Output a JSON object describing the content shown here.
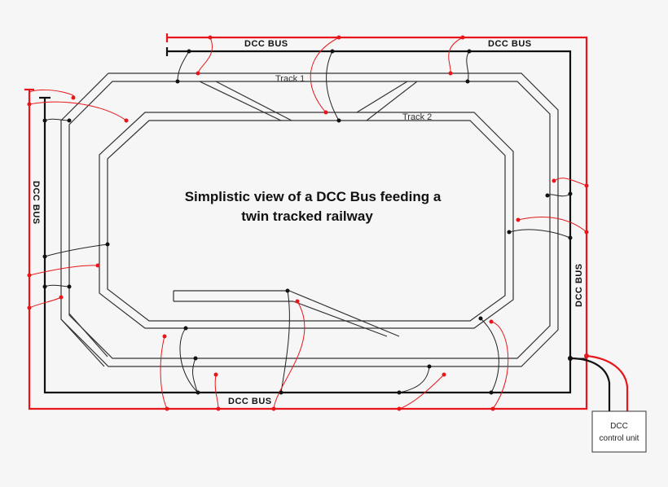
{
  "title": {
    "line1": "Simplistic view of a DCC Bus feeding a",
    "line2": "twin tracked railway"
  },
  "tracks": {
    "track1": "Track 1",
    "track2": "Track 2"
  },
  "bus_labels": {
    "top_left": "DCC BUS",
    "top_right": "DCC BUS",
    "left": "DCC BUS",
    "right": "DCC BUS",
    "bottom": "DCC BUS"
  },
  "control_unit": {
    "line1": "DCC",
    "line2": "control unit"
  },
  "colors": {
    "bus_positive": "#e8161b",
    "bus_negative": "#111111",
    "track_rail": "#333333",
    "dropper_black": "#222222",
    "dropper_red": "#e8161b"
  }
}
